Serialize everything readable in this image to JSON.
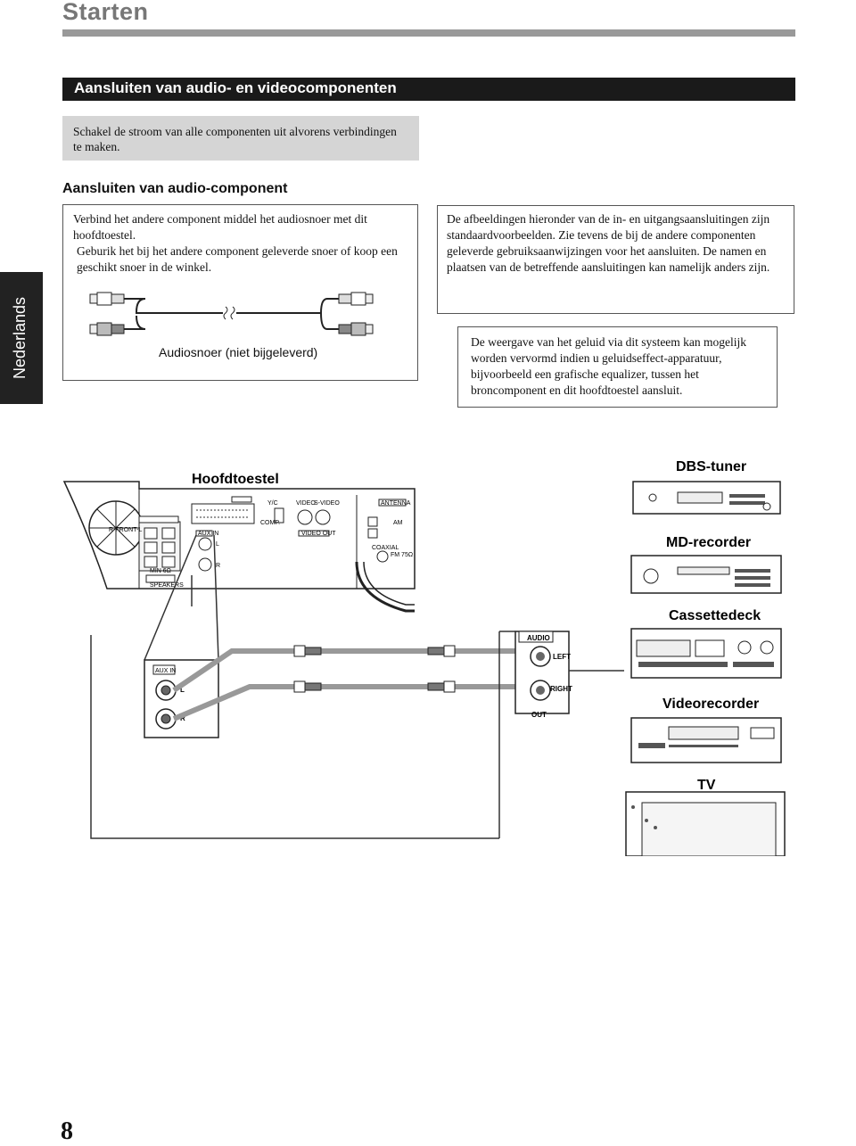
{
  "header": {
    "title": "Starten",
    "section_title": "Aansluiten van audio- en videocomponenten"
  },
  "notice": "Schakel de stroom van alle componenten uit alvorens verbindingen te maken.",
  "side_tab": "Nederlands",
  "audio_section": {
    "heading": "Aansluiten van audio-component",
    "line1": "Verbind het andere component middel het audiosnoer met dit hoofdtoestel.",
    "line2": "Geburik het bij het andere component geleverde snoer of koop een geschikt snoer in de winkel.",
    "cable_label": "Audiosnoer (niet bijgeleverd)"
  },
  "info_box_1": "De afbeeldingen hieronder van de in- en uitgangsaansluitingen zijn standaardvoorbeelden. Zie tevens de bij de andere componenten geleverde gebruiksaanwijzingen voor het aansluiten. De namen en plaatsen van de betreffende aansluitingen kan namelijk anders zijn.",
  "info_box_2": "De weergave van het geluid via dit systeem kan mogelijk worden vervormd indien u geluidseffect-apparatuur, bijvoorbeeld een grafische equalizer, tussen het broncomponent en dit hoofdtoestel aansluit.",
  "diagram": {
    "main_unit": "Hoofdtoestel",
    "devices": [
      "DBS-tuner",
      "MD-recorder",
      "Cassettedeck",
      "Videorecorder",
      "TV"
    ],
    "aux_in": "AUX IN",
    "jack_l": "L",
    "jack_r": "R",
    "audio_label": "AUDIO",
    "left_label": "LEFT",
    "right_label": "RIGHT",
    "out_label": "OUT",
    "panel_labels": {
      "front": "R-FRONT-L",
      "speakers": "SPEAKERS",
      "antenna": "ANTENNA",
      "am": "AM",
      "coaxial": "COAXIAL",
      "fm": "FM 75Ω",
      "video": "VIDEO",
      "s_video": "S-VIDEO",
      "video_out": "VIDEO OUT",
      "comp": "COMP.",
      "yc": "Y/C",
      "min": "MIN  6Ω"
    }
  },
  "page_number": "8"
}
